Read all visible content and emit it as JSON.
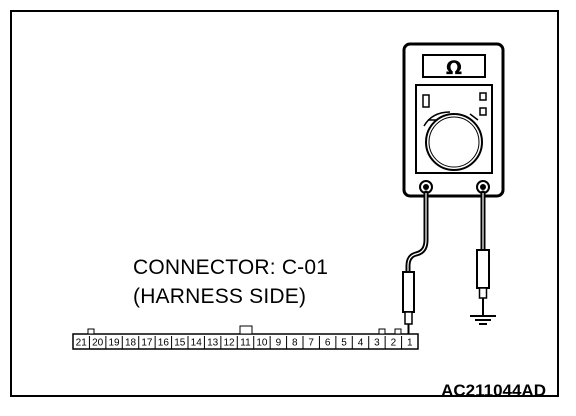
{
  "connector": {
    "line1": "CONNECTOR: C-01",
    "line2": "(HARNESS SIDE)",
    "pins": [
      "21",
      "20",
      "19",
      "18",
      "17",
      "16",
      "15",
      "14",
      "13",
      "12",
      "11",
      "10",
      "9",
      "8",
      "7",
      "6",
      "5",
      "4",
      "3",
      "2",
      "1"
    ]
  },
  "multimeter": {
    "display_symbol": "Ω",
    "icon": "multimeter-icon"
  },
  "ground_icon": "ground-symbol-icon",
  "doc_code": "AC211044AD"
}
